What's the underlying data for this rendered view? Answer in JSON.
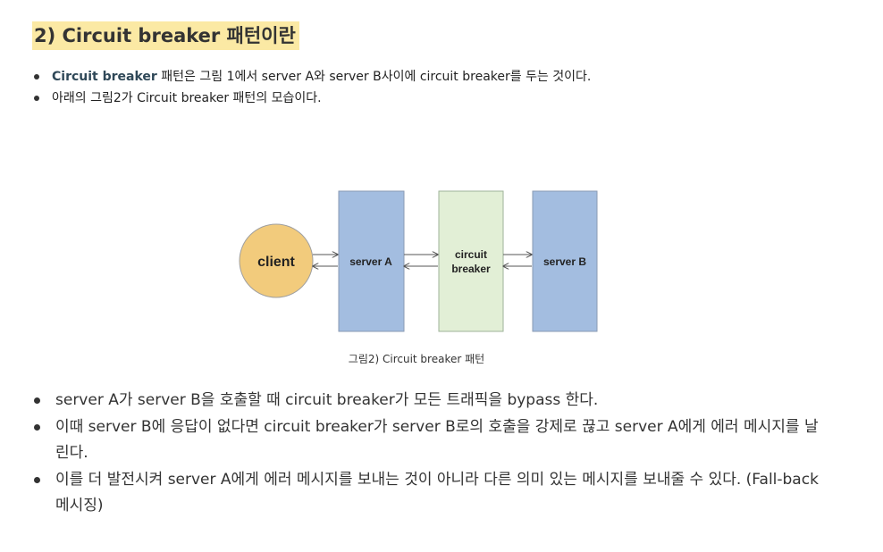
{
  "heading": "2) Circuit breaker 패턴이란",
  "intro": {
    "item1_highlight": "Circuit breaker",
    "item1_text": " 패턴은 그림 1에서 server A와 server B사이에 circuit breaker를 두는 것이다.",
    "item2_text": "아래의 그림2가 Circuit breaker 패턴의 모습이다."
  },
  "figure": {
    "client": "client",
    "server_a": "server A",
    "breaker_line1": "circuit",
    "breaker_line2": "breaker",
    "server_b": "server B",
    "caption": "그림2) Circuit breaker 패턴",
    "colors": {
      "client": "#f2cb7c",
      "server": "#a3bde0",
      "breaker": "#e2efd6",
      "arrow": "#555555"
    }
  },
  "details": [
    "server A가 server B을 호출할 때 circuit breaker가 모든 트래픽을 bypass 한다.",
    "이때 server B에 응답이 없다면 circuit breaker가 server B로의 호출을 강제로 끊고 server A에게 에러 메시지를 날린다.",
    "이를 더 발전시켜 server A에게 에러 메시지를 보내는 것이 아니라 다른 의미 있는 메시지를 보내줄 수 있다. (Fall-back 메시징)"
  ]
}
